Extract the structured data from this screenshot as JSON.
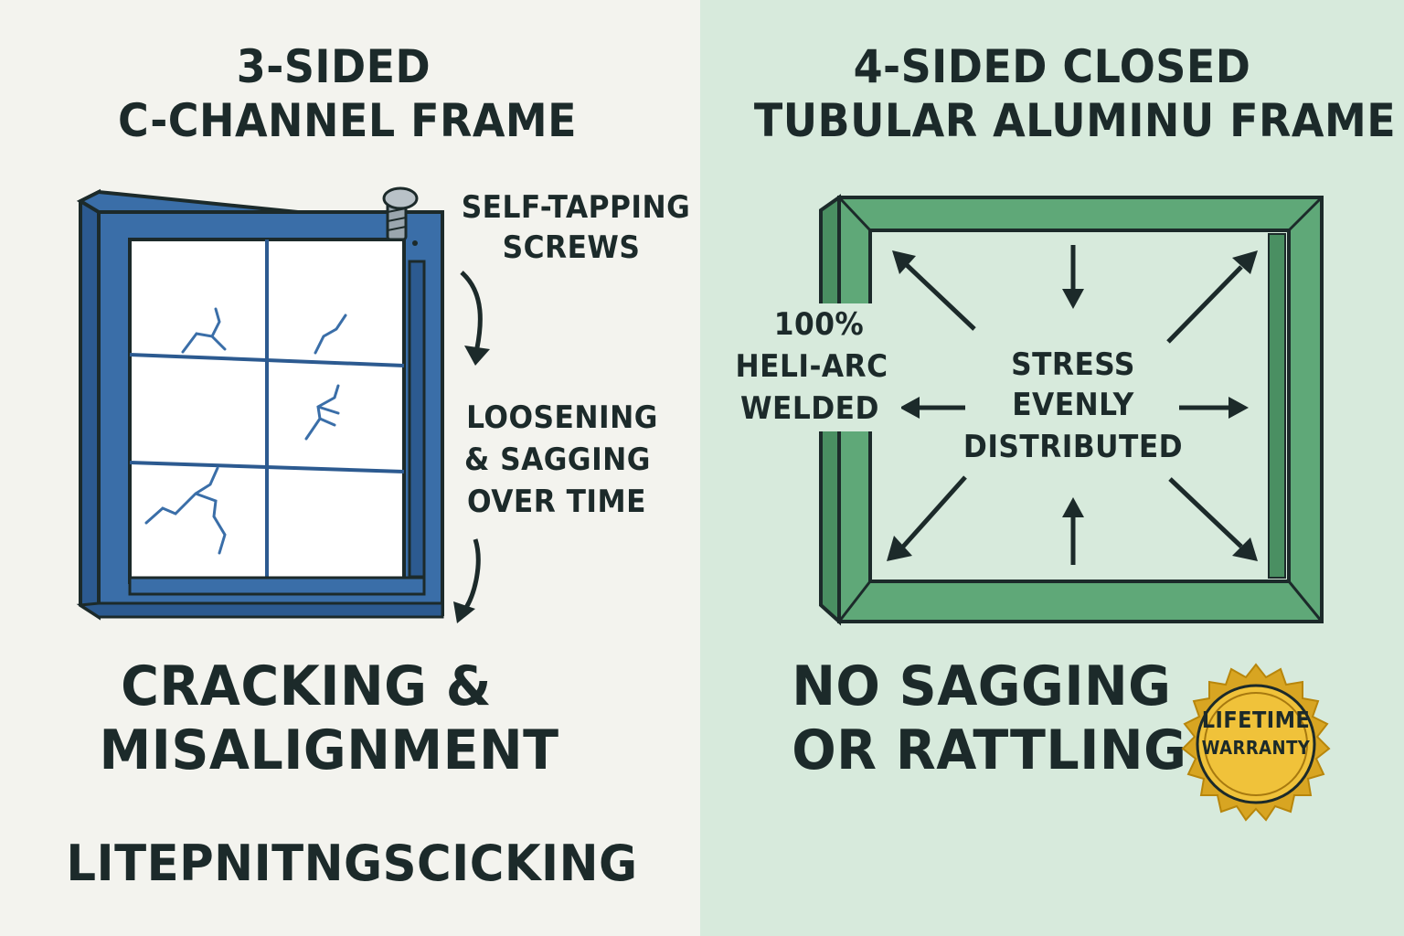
{
  "left": {
    "title_line1": "3-SIDED",
    "title_line2": "C-CHANNEL FRAME",
    "callout_screws_line1": "SELF-TAPPING",
    "callout_screws_line2": "SCREWS",
    "callout_sag_line1": "LOOSENING",
    "callout_sag_line2": "& SAGGING",
    "callout_sag_line3": "OVER TIME",
    "result_line1": "CRACKING &",
    "result_line2": "MISALIGNMENT",
    "footer_text": "LITEPNITNGSCICKING",
    "frame_color": "#3a6ea8",
    "frame_dark_color": "#2c5a90",
    "glass_color": "#ffffff"
  },
  "right": {
    "title_line1": "4-SIDED CLOSED",
    "title_line2": "TUBULAR ALUMINU FRAME",
    "callout_weld_line1": "100%",
    "callout_weld_line2": "HELI-ARC",
    "callout_weld_line3": "WELDED",
    "center_line1": "STRESS",
    "center_line2": "EVENLY",
    "center_line3": "DISTRIBUTED",
    "result_line1": "NO SAGGING",
    "result_line2": "OR RATTLING",
    "badge_line1": "LIFETIME",
    "badge_line2": "WARRANTY",
    "frame_color": "#5fa878",
    "frame_dark_color": "#4a8f62",
    "badge_color": "#e0b22e"
  },
  "background": {
    "left": "#f3f3ee",
    "right": "#d7eadc",
    "ink": "#1c2a2a"
  }
}
